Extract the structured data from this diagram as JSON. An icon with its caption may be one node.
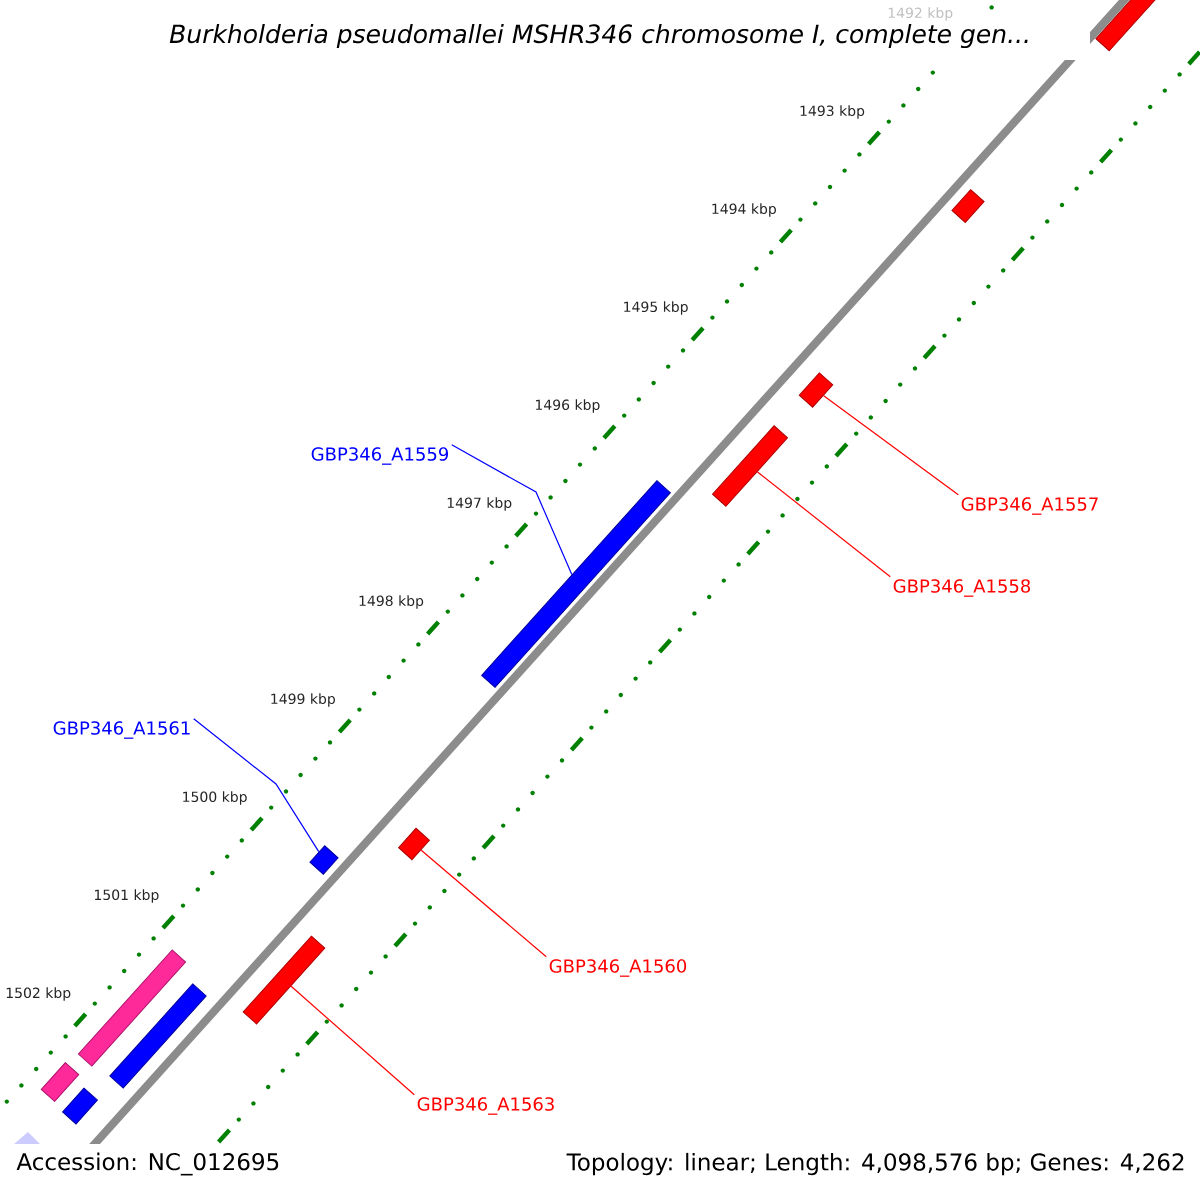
{
  "diagram": {
    "title": "Burkholderia pseudomallei MSHR346 chromosome I, complete gen...",
    "nodes": [
      {
        "text": [
          "GBP346_A1559"
        ]
      },
      {
        "text": [
          "GBP346_A1557"
        ]
      },
      {
        "text": [
          "GBP346_A1558"
        ]
      },
      {
        "text": [
          "GBP346_A1561"
        ]
      },
      {
        "text": [
          "GBP346_A1560"
        ]
      },
      {
        "text": [
          "GBP346_A1563"
        ]
      },
      {
        "text": [],
        "shape": "bar"
      },
      {
        "text": [],
        "shape": "bar"
      },
      {
        "text": [],
        "shape": "bar"
      },
      {
        "text": [],
        "shape": "bar"
      },
      {
        "text": [],
        "shape": "bar"
      },
      {
        "text": [],
        "shape": "bar"
      },
      {
        "text": [],
        "shape": "bar"
      },
      {
        "text": [],
        "shape": "bar"
      },
      {
        "text": [],
        "shape": "bar"
      },
      {
        "text": [],
        "shape": "bar"
      },
      {
        "text": [],
        "shape": "bar"
      },
      {
        "text": [],
        "shape": "bar"
      }
    ],
    "edges": [
      {
        "from": 0,
        "to": 10,
        "arrow": "none",
        "color": "#0000ff"
      },
      {
        "from": 1,
        "to": 8,
        "arrow": "none",
        "color": "#ff0000"
      },
      {
        "from": 2,
        "to": 9,
        "arrow": "none",
        "color": "#ff0000"
      },
      {
        "from": 3,
        "to": 11,
        "arrow": "none",
        "color": "#0000ff"
      },
      {
        "from": 4,
        "to": 12,
        "arrow": "none",
        "color": "#ff0000"
      },
      {
        "from": 5,
        "to": 13,
        "arrow": "none",
        "color": "#ff0000"
      }
    ],
    "labels": [
      "1492 kbp",
      "1493 kbp",
      "1494 kbp",
      "1495 kbp",
      "1496 kbp",
      "1497 kbp",
      "1498 kbp",
      "1499 kbp",
      "1500 kbp",
      "1501 kbp",
      "1502 kbp",
      "Accession: NC_012695",
      "Topology: linear; Length: 4,098,576 bp; Genes: 4,262"
    ]
  }
}
